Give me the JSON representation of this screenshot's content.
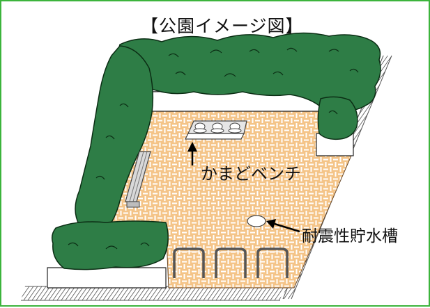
{
  "title": "【公園イメージ図】",
  "labels": {
    "kamado_bench": "かまどベンチ",
    "water_tank": "耐震性貯水槽"
  },
  "colors": {
    "border": "#3cb43c",
    "hedge": "#2e7d46",
    "hedge_outline": "#0b2d14",
    "plaza": "#f4c488",
    "plaza_pattern": "#ffffff",
    "wall": "#ffffff",
    "fence": "#555555"
  }
}
